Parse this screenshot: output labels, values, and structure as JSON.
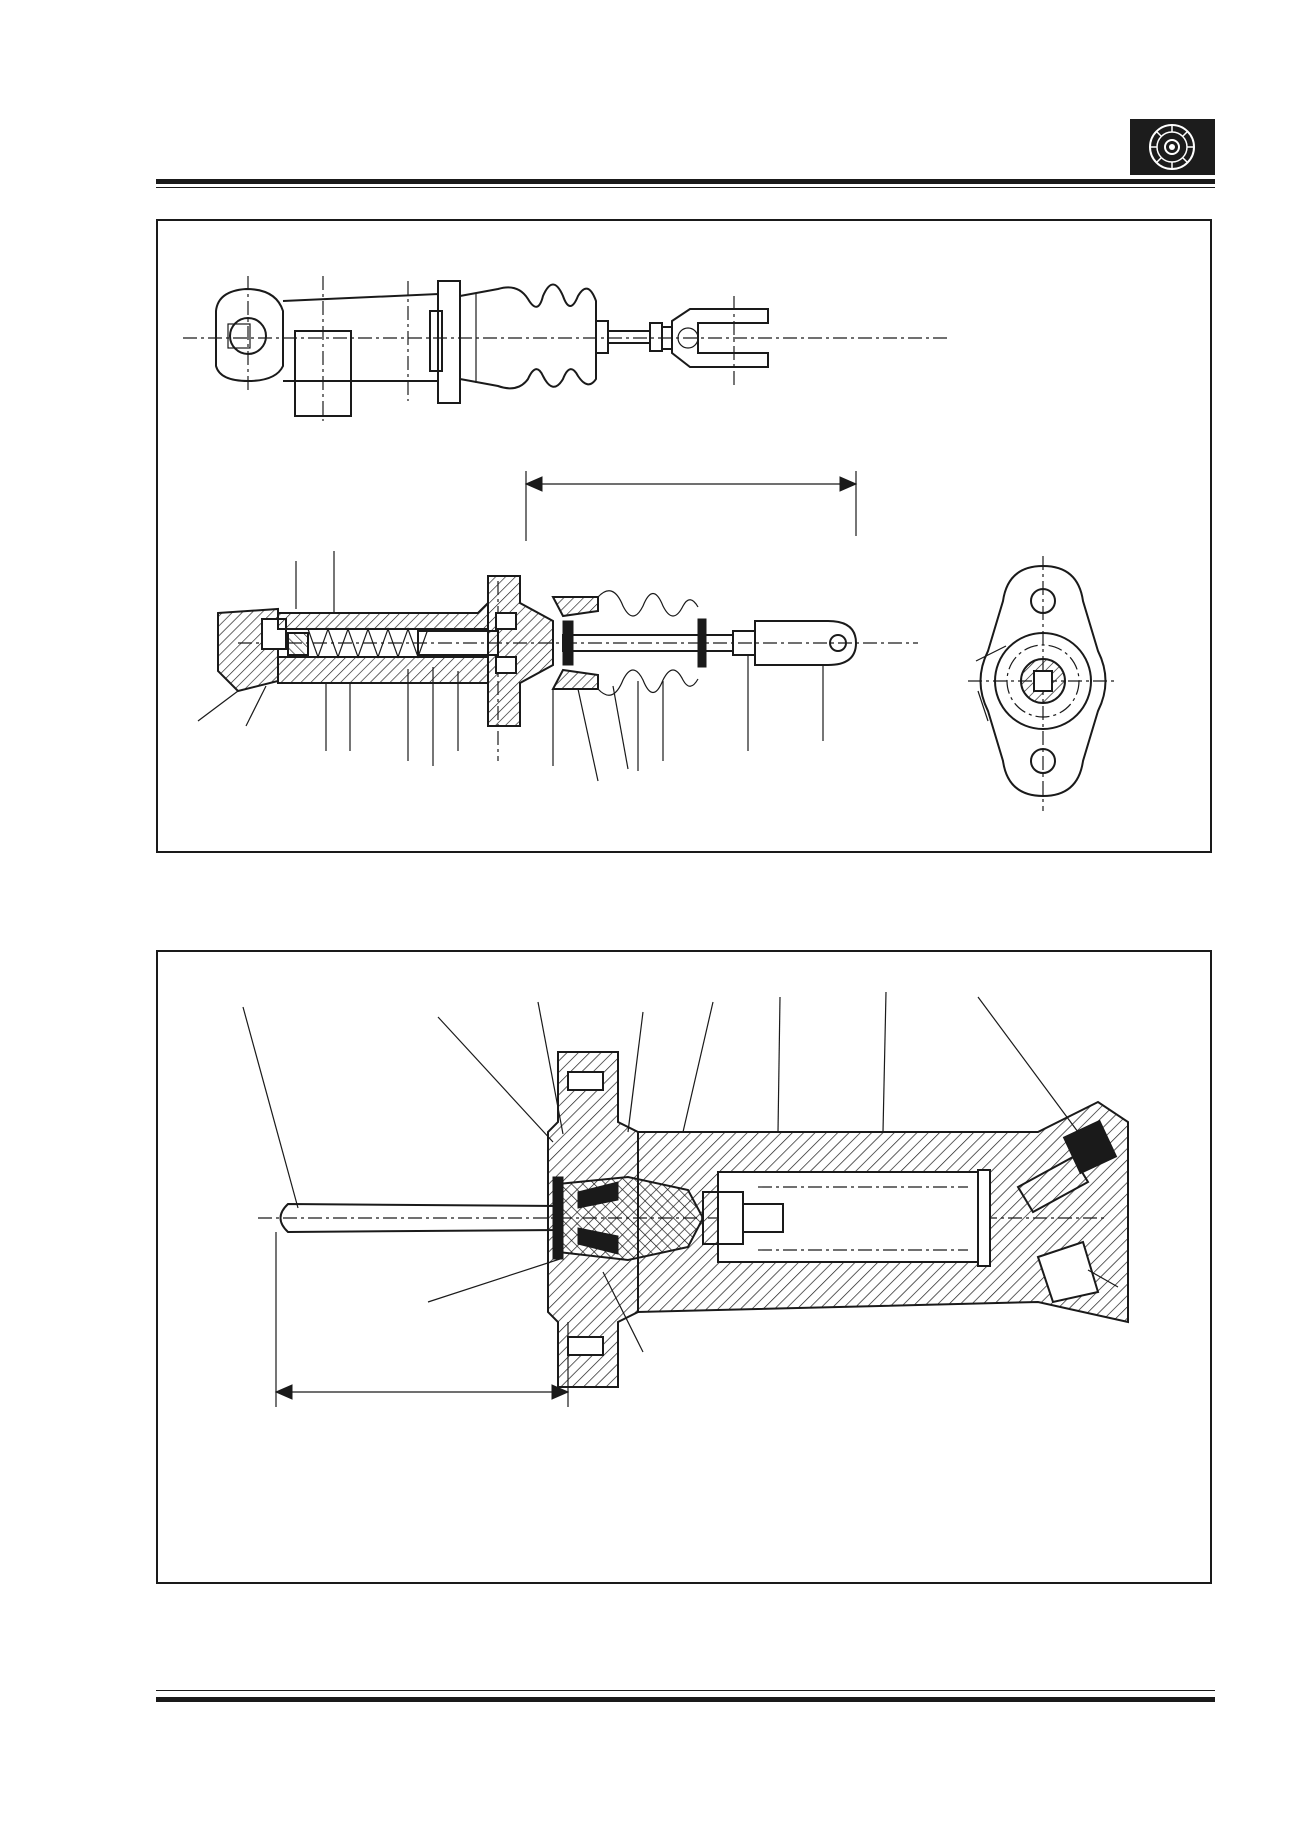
{
  "header": {
    "logo_icon": "clutch-disc-icon"
  },
  "figures": [
    {
      "name": "clutch-master-cylinder",
      "views": [
        "exterior-side-view",
        "longitudinal-section",
        "flange-end-view"
      ],
      "callout_count": 18
    },
    {
      "name": "clutch-slave-cylinder",
      "views": [
        "longitudinal-section"
      ],
      "callout_count": 11
    }
  ],
  "colors": {
    "ink": "#1a1a1a",
    "paper": "#ffffff"
  }
}
